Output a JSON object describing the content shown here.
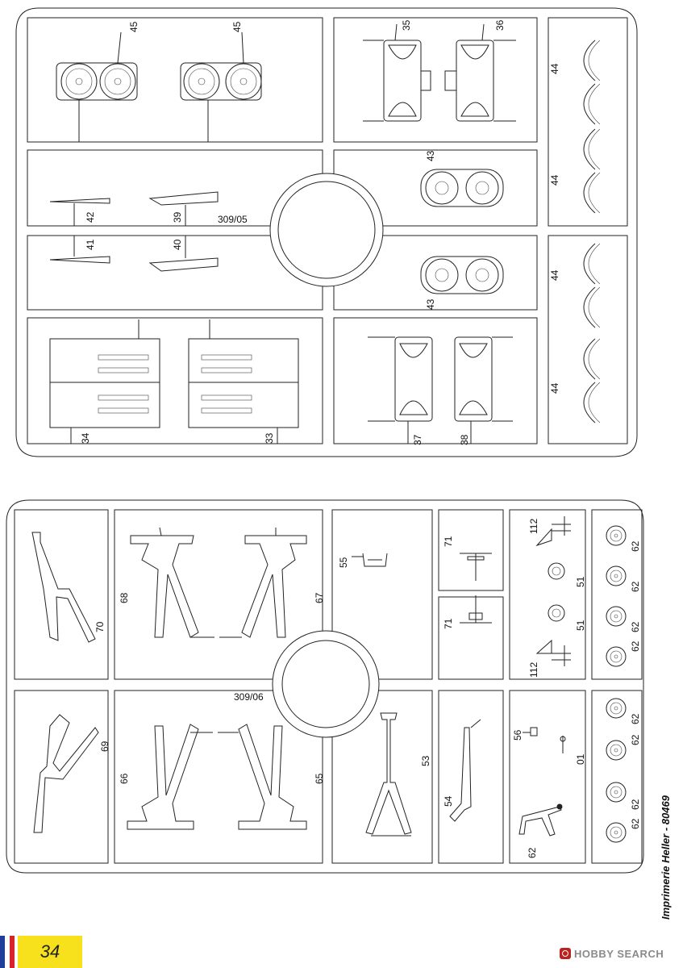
{
  "document": {
    "sprue_top": {
      "code": "309/05"
    },
    "sprue_bottom": {
      "code": "309/06"
    },
    "part_numbers": {
      "p45": "45",
      "p35": "35",
      "p36": "36",
      "p44": "44",
      "p43": "43",
      "p42": "42",
      "p39": "39",
      "p41": "41",
      "p40": "40",
      "p34": "34",
      "p33": "33",
      "p37": "37",
      "p38": "38",
      "p70": "70",
      "p68": "68",
      "p67": "67",
      "p55": "55",
      "p71": "71",
      "p112": "112",
      "p51": "51",
      "p62": "62",
      "p69": "69",
      "p66": "66",
      "p65": "65",
      "p53": "53",
      "p54": "54",
      "p56": "56",
      "p01": "01"
    },
    "printer_credit": "Imprimerie Heller - 80469",
    "page_number": "34",
    "watermark": {
      "text": "HOBBY SEARCH",
      "icon": "hobby-search-logo-icon"
    },
    "flag_colors": [
      "#1f3f9a",
      "#ffffff",
      "#d8232a"
    ]
  }
}
